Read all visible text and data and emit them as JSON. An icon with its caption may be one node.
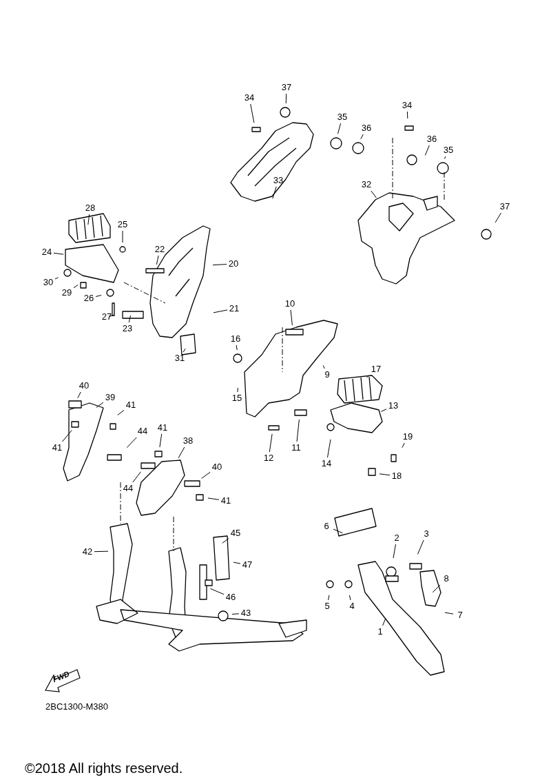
{
  "diagram": {
    "nodes": [
      {
        "text": [
          "37"
        ]
      },
      {
        "text": [
          "34"
        ]
      },
      {
        "text": [
          "34"
        ]
      },
      {
        "text": [
          "35"
        ]
      },
      {
        "text": [
          "36"
        ]
      },
      {
        "text": [
          "36"
        ]
      },
      {
        "text": [
          "35"
        ]
      },
      {
        "text": [
          "33"
        ]
      },
      {
        "text": [
          "32"
        ]
      },
      {
        "text": [
          "37"
        ]
      },
      {
        "text": [
          "28"
        ]
      },
      {
        "text": [
          "25"
        ]
      },
      {
        "text": [
          "22"
        ]
      },
      {
        "text": [
          "24"
        ]
      },
      {
        "text": [
          "20"
        ]
      },
      {
        "text": [
          "30"
        ]
      },
      {
        "text": [
          "29"
        ]
      },
      {
        "text": [
          "26"
        ]
      },
      {
        "text": [
          "21"
        ]
      },
      {
        "text": [
          "10"
        ]
      },
      {
        "text": [
          "27"
        ]
      },
      {
        "text": [
          "23"
        ]
      },
      {
        "text": [
          "16"
        ]
      },
      {
        "text": [
          "31"
        ]
      },
      {
        "text": [
          "17"
        ]
      },
      {
        "text": [
          "9"
        ]
      },
      {
        "text": [
          "40"
        ]
      },
      {
        "text": [
          "39"
        ]
      },
      {
        "text": [
          "15"
        ]
      },
      {
        "text": [
          "41"
        ]
      },
      {
        "text": [
          "13"
        ]
      },
      {
        "text": [
          "44"
        ]
      },
      {
        "text": [
          "41"
        ]
      },
      {
        "text": [
          "19"
        ]
      },
      {
        "text": [
          "38"
        ]
      },
      {
        "text": [
          "41"
        ]
      },
      {
        "text": [
          "11"
        ]
      },
      {
        "text": [
          "12"
        ]
      },
      {
        "text": [
          "14"
        ]
      },
      {
        "text": [
          "40"
        ]
      },
      {
        "text": [
          "18"
        ]
      },
      {
        "text": [
          "44"
        ]
      },
      {
        "text": [
          "41"
        ]
      },
      {
        "text": [
          "6"
        ]
      },
      {
        "text": [
          "45"
        ]
      },
      {
        "text": [
          "3"
        ]
      },
      {
        "text": [
          "2"
        ]
      },
      {
        "text": [
          "42"
        ]
      },
      {
        "text": [
          "47"
        ]
      },
      {
        "text": [
          "8"
        ]
      },
      {
        "text": [
          "46"
        ]
      },
      {
        "text": [
          "5"
        ]
      },
      {
        "text": [
          "4"
        ]
      },
      {
        "text": [
          "43"
        ]
      },
      {
        "text": [
          "7"
        ]
      },
      {
        "text": [
          "1"
        ]
      }
    ],
    "edges": [
      {
        "from": 0,
        "to": null,
        "arrow": "none"
      },
      {
        "from": 1,
        "to": null,
        "arrow": "none"
      },
      {
        "from": 2,
        "to": null,
        "arrow": "none"
      },
      {
        "from": 3,
        "to": null,
        "arrow": "none"
      },
      {
        "from": 4,
        "to": null,
        "arrow": "none"
      },
      {
        "from": 5,
        "to": null,
        "arrow": "none"
      },
      {
        "from": 6,
        "to": null,
        "arrow": "none"
      },
      {
        "from": 7,
        "to": null,
        "arrow": "none"
      },
      {
        "from": 8,
        "to": null,
        "arrow": "none"
      },
      {
        "from": 9,
        "to": null,
        "arrow": "none"
      },
      {
        "from": 10,
        "to": null,
        "arrow": "none"
      },
      {
        "from": 11,
        "to": null,
        "arrow": "none"
      },
      {
        "from": 12,
        "to": null,
        "arrow": "none"
      },
      {
        "from": 13,
        "to": null,
        "arrow": "none"
      },
      {
        "from": 14,
        "to": null,
        "arrow": "none"
      },
      {
        "from": 15,
        "to": null,
        "arrow": "none"
      },
      {
        "from": 16,
        "to": null,
        "arrow": "none"
      },
      {
        "from": 17,
        "to": null,
        "arrow": "none"
      },
      {
        "from": 18,
        "to": null,
        "arrow": "none"
      },
      {
        "from": 19,
        "to": null,
        "arrow": "none"
      },
      {
        "from": 20,
        "to": null,
        "arrow": "none"
      },
      {
        "from": 21,
        "to": null,
        "arrow": "none"
      },
      {
        "from": 22,
        "to": null,
        "arrow": "none"
      },
      {
        "from": 23,
        "to": null,
        "arrow": "none"
      },
      {
        "from": 24,
        "to": null,
        "arrow": "none"
      },
      {
        "from": 25,
        "to": null,
        "arrow": "none"
      },
      {
        "from": 26,
        "to": null,
        "arrow": "none"
      },
      {
        "from": 27,
        "to": null,
        "arrow": "none"
      },
      {
        "from": 28,
        "to": null,
        "arrow": "none"
      },
      {
        "from": 29,
        "to": null,
        "arrow": "none"
      },
      {
        "from": 30,
        "to": null,
        "arrow": "none"
      },
      {
        "from": 31,
        "to": null,
        "arrow": "none"
      },
      {
        "from": 32,
        "to": null,
        "arrow": "none"
      },
      {
        "from": 33,
        "to": null,
        "arrow": "none"
      },
      {
        "from": 34,
        "to": null,
        "arrow": "none"
      },
      {
        "from": 35,
        "to": null,
        "arrow": "none"
      },
      {
        "from": 36,
        "to": null,
        "arrow": "none"
      },
      {
        "from": 37,
        "to": null,
        "arrow": "none"
      },
      {
        "from": 38,
        "to": null,
        "arrow": "none"
      },
      {
        "from": 39,
        "to": null,
        "arrow": "none"
      },
      {
        "from": 40,
        "to": null,
        "arrow": "none"
      },
      {
        "from": 41,
        "to": null,
        "arrow": "none"
      },
      {
        "from": 42,
        "to": null,
        "arrow": "none"
      },
      {
        "from": 43,
        "to": null,
        "arrow": "none"
      },
      {
        "from": 44,
        "to": null,
        "arrow": "none"
      },
      {
        "from": 45,
        "to": null,
        "arrow": "none"
      },
      {
        "from": 46,
        "to": null,
        "arrow": "none"
      },
      {
        "from": 47,
        "to": null,
        "arrow": "none"
      },
      {
        "from": 48,
        "to": null,
        "arrow": "none"
      },
      {
        "from": 49,
        "to": null,
        "arrow": "none"
      },
      {
        "from": 50,
        "to": null,
        "arrow": "none"
      },
      {
        "from": 51,
        "to": null,
        "arrow": "none"
      },
      {
        "from": 52,
        "to": null,
        "arrow": "none"
      },
      {
        "from": 53,
        "to": null,
        "arrow": "none"
      },
      {
        "from": 54,
        "to": null,
        "arrow": "none"
      },
      {
        "from": 55,
        "to": null,
        "arrow": "none"
      }
    ],
    "labels": [
      "FWD",
      "2BC1300-M380",
      "©2018 All rights reserved."
    ]
  }
}
